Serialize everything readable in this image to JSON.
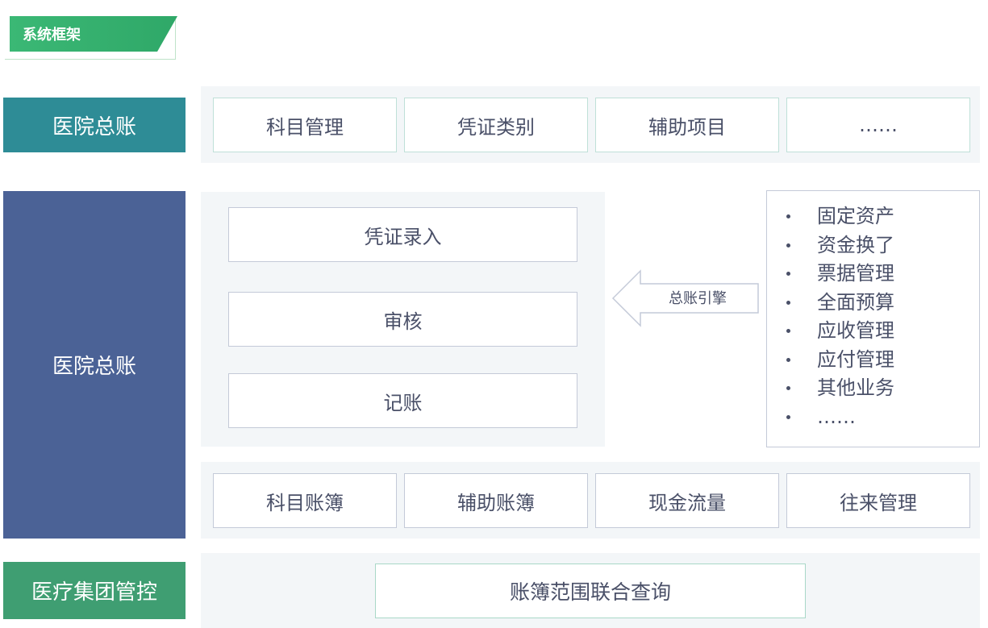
{
  "header": {
    "title": "系统框架"
  },
  "categories": {
    "top": "医院总账",
    "middle": "医院总账",
    "bottom": "医疗集团管控"
  },
  "row1": [
    "科目管理",
    "凭证类别",
    "辅助项目",
    "……"
  ],
  "workflow": [
    "凭证录入",
    "审核",
    "记账"
  ],
  "engine": {
    "label": "总账引擎"
  },
  "business_list": [
    "固定资产",
    "资金换了",
    "票据管理",
    "全面预算",
    "应收管理",
    "应付管理",
    "其他业务",
    "……"
  ],
  "row3": [
    "科目账簿",
    "辅助账簿",
    "现金流量",
    "往来管理"
  ],
  "bottom": {
    "label": "账簿范围联合查询"
  },
  "colors": {
    "tag_green": "#3bb875",
    "teal": "#2e8c96",
    "blue": "#4b6296",
    "green": "#3f9e72",
    "panel_bg": "#f3f6f8"
  }
}
